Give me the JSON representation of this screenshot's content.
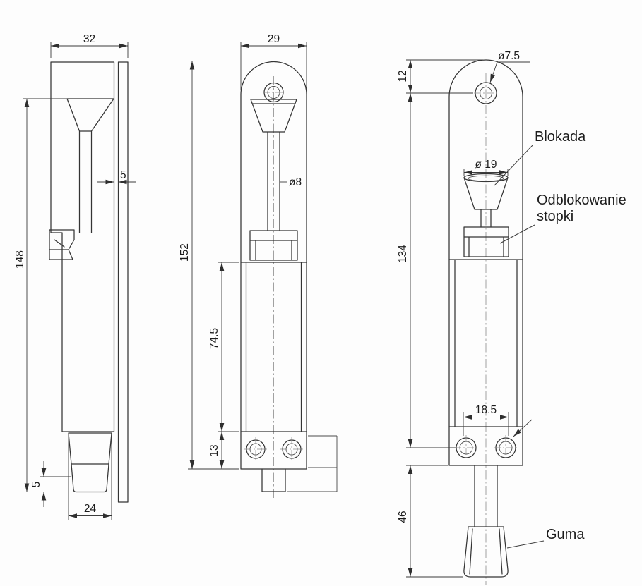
{
  "drawing": {
    "left_view": {
      "dim_depth": "32",
      "dim_gap": "5",
      "dim_height": "148",
      "dim_rubber_offset": "5",
      "dim_foot_width": "24"
    },
    "front_view": {
      "dim_width": "29",
      "dim_stem_diameter": "ø8",
      "dim_total_height": "152",
      "dim_slide_length": "74.5",
      "dim_base_height": "13"
    },
    "annotated_view": {
      "dim_hole_diameter": "ø7.5",
      "dim_hole_offset": "12",
      "dim_cap_diameter": "ø 19",
      "dim_hole_span": "134",
      "dim_stem_width": "18.5",
      "dim_foot_height": "46",
      "label_lock": "Blokada",
      "label_release_line1": "Odblokowanie",
      "label_release_line2": "stopki",
      "label_rubber": "Guma"
    }
  }
}
